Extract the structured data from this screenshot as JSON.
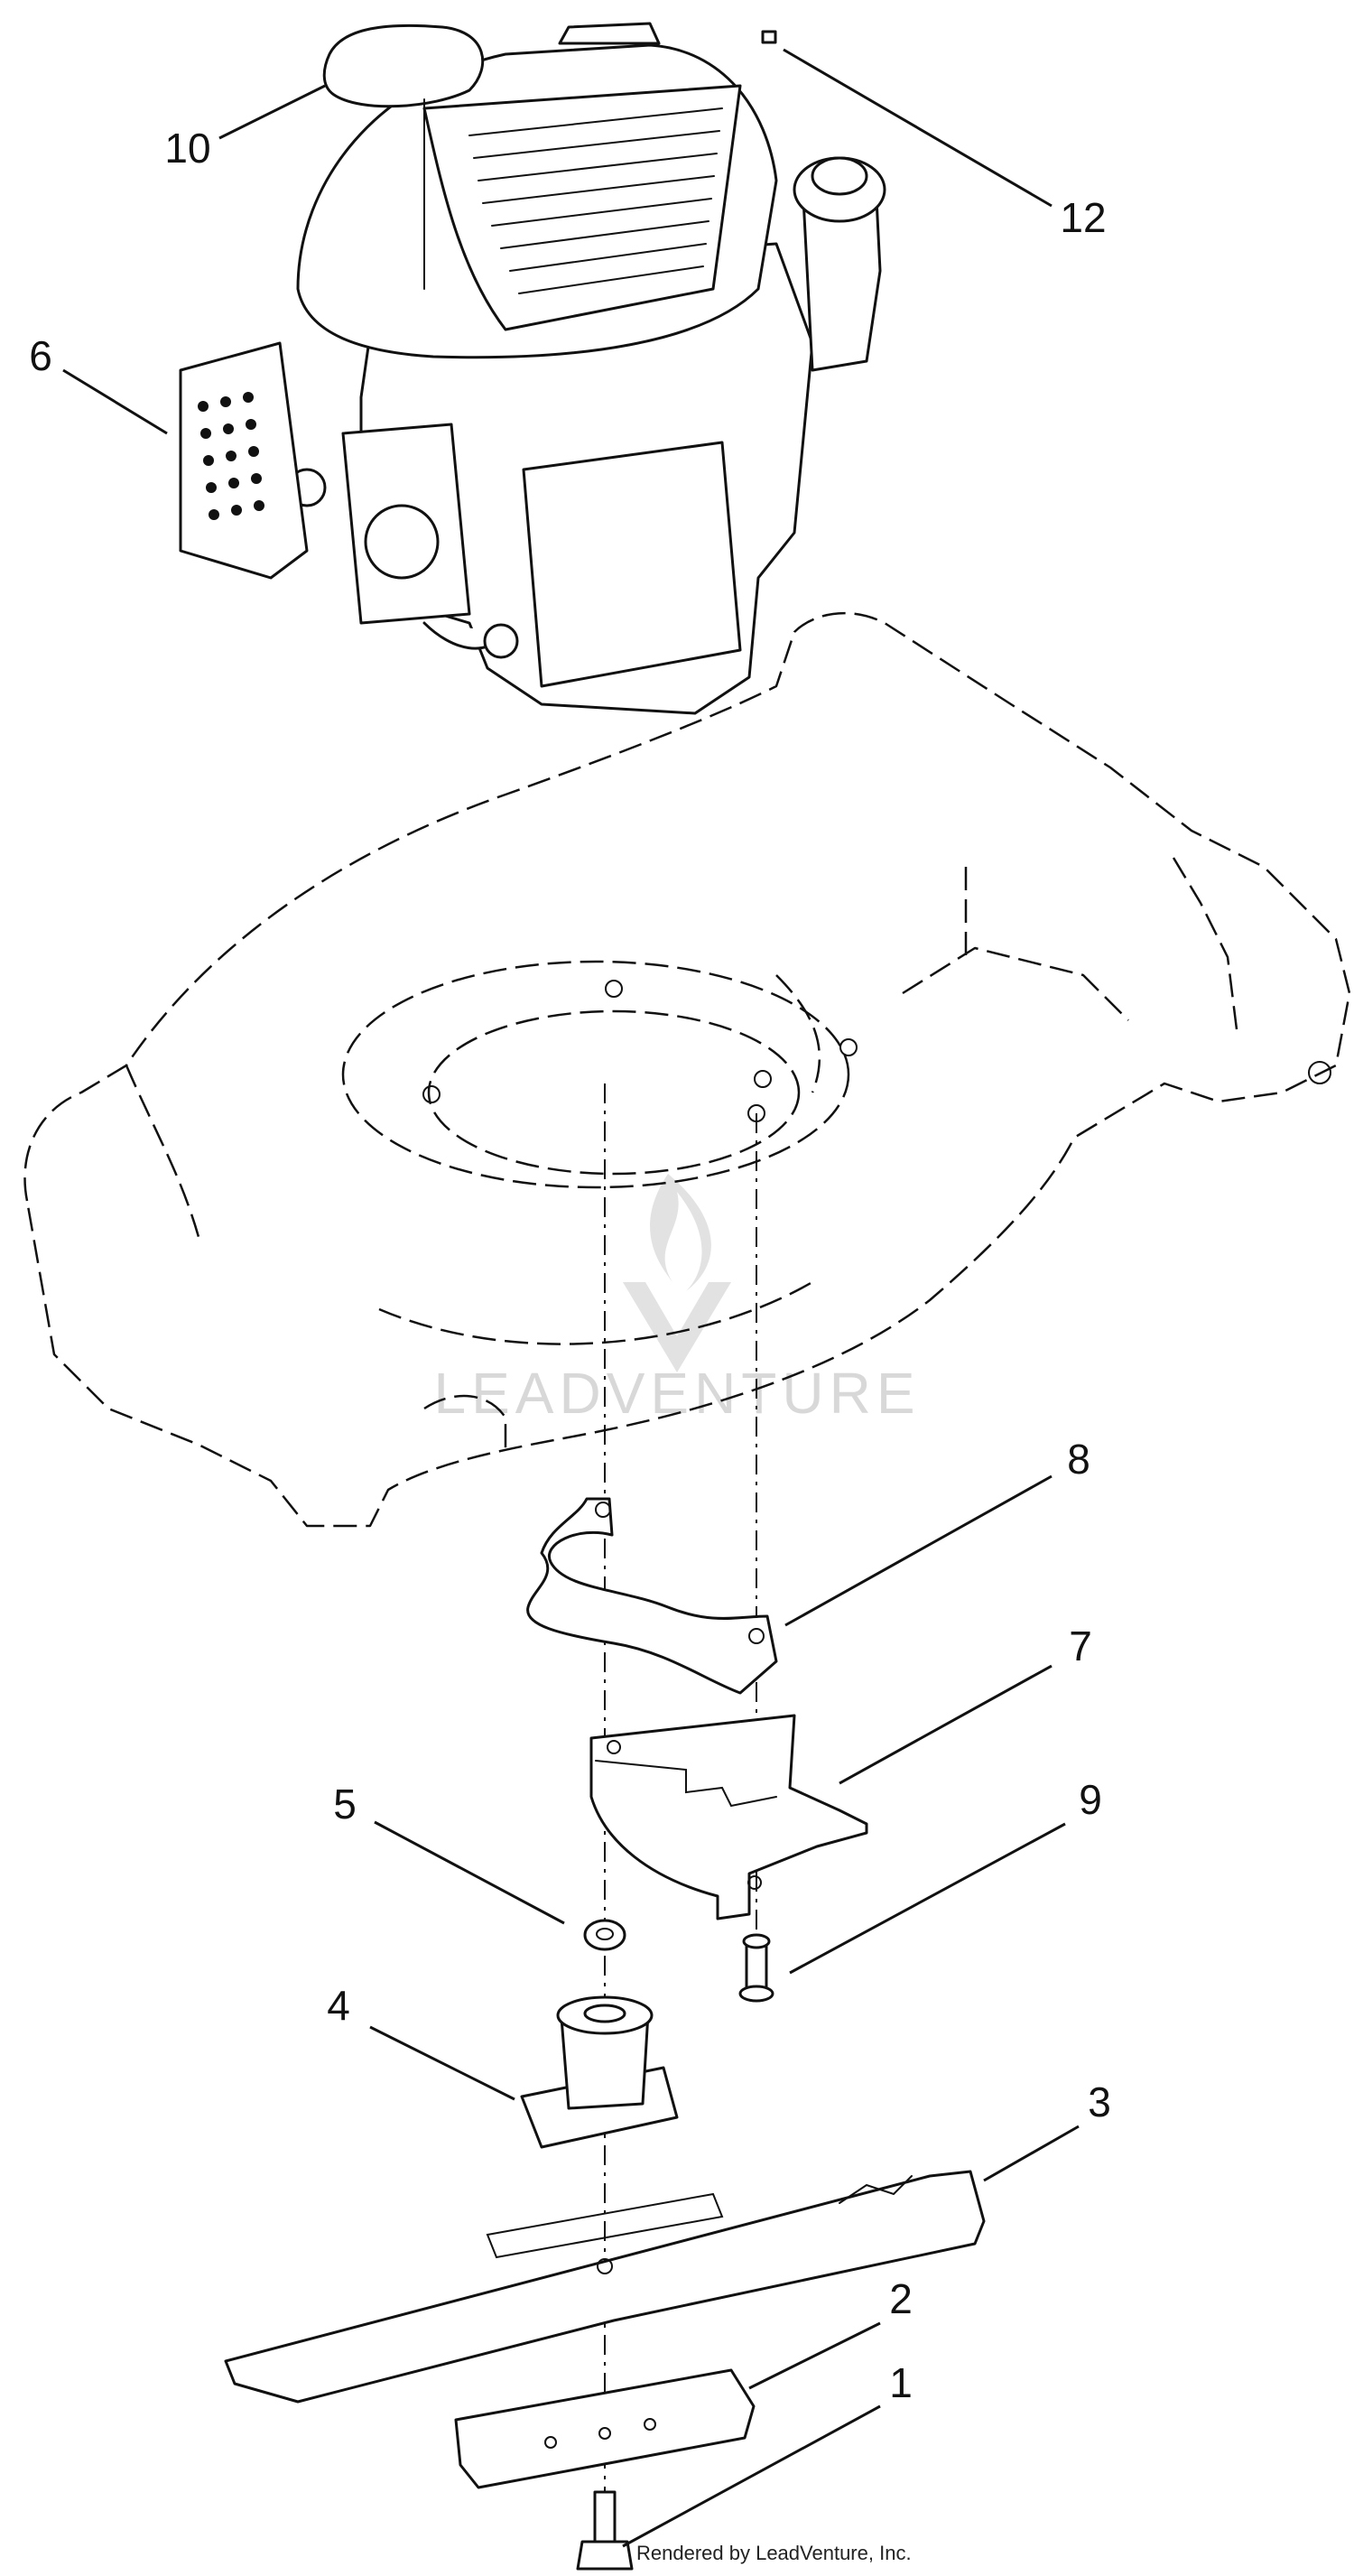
{
  "callouts": [
    {
      "id": "1",
      "label": "1"
    },
    {
      "id": "2",
      "label": "2"
    },
    {
      "id": "3",
      "label": "3"
    },
    {
      "id": "4",
      "label": "4"
    },
    {
      "id": "5",
      "label": "5"
    },
    {
      "id": "6",
      "label": "6"
    },
    {
      "id": "7",
      "label": "7"
    },
    {
      "id": "8",
      "label": "8"
    },
    {
      "id": "9",
      "label": "9"
    },
    {
      "id": "10",
      "label": "10"
    },
    {
      "id": "12",
      "label": "12"
    }
  ],
  "watermark": "LEADVENTURE",
  "credit": "Rendered by LeadVenture, Inc.",
  "colors": {
    "line": "#111111",
    "watermark": "#d8d8d8",
    "background": "#ffffff"
  }
}
